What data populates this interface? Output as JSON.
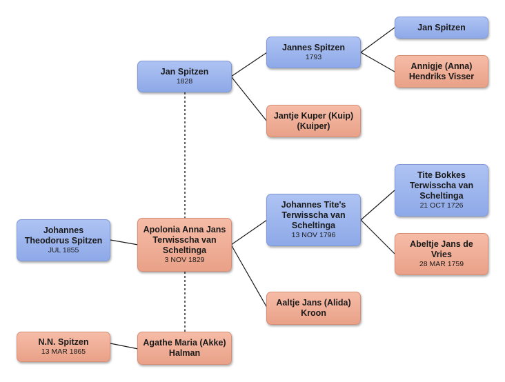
{
  "people": {
    "jan_1828": {
      "name": "Jan Spitzen",
      "date": "1828"
    },
    "jannes": {
      "name": "Jannes Spitzen",
      "date": "1793"
    },
    "jan_top": {
      "name": "Jan Spitzen",
      "date": ""
    },
    "annigje": {
      "name": "Annigje (Anna) Hendriks Visser",
      "date": ""
    },
    "jantje": {
      "name": "Jantje Kuper (Kuip) (Kuiper)",
      "date": ""
    },
    "tite_bokkes": {
      "name": "Tite Bokkes Terwisscha van Scheltinga",
      "date": "21 OCT 1726"
    },
    "johannes_tite": {
      "name": "Johannes Tite's Terwisscha van Scheltinga",
      "date": "13 NOV 1796"
    },
    "johannes_theodorus": {
      "name": "Johannes Theodorus Spitzen",
      "date": "JUL 1855"
    },
    "apolonia": {
      "name": "Apolonia Anna Jans Terwisscha van Scheltinga",
      "date": "3 NOV 1829"
    },
    "abeltje": {
      "name": "Abeltje Jans de Vries",
      "date": "28 MAR 1759"
    },
    "aaltje": {
      "name": "Aaltje Jans (Alida) Kroon",
      "date": ""
    },
    "nn_spitzen": {
      "name": "N.N. Spitzen",
      "date": "13 MAR 1865"
    },
    "agathe": {
      "name": "Agathe Maria (Akke) Halman",
      "date": ""
    }
  },
  "colors": {
    "male": "#9fb6ee",
    "female": "#f0ae96",
    "line": "#1a1a1a"
  }
}
